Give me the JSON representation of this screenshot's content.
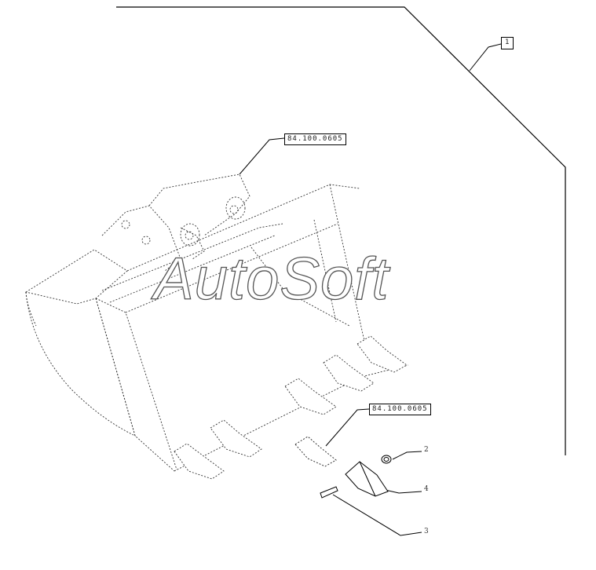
{
  "callouts": {
    "top_ref": "1",
    "bucket_ref": "84.100.0605",
    "tooth_ref": "84.100.0605",
    "part_2": "2",
    "part_3": "3",
    "part_4": "4"
  },
  "watermark": "AutoSoft",
  "colors": {
    "line": "#000000",
    "dash": "#333333",
    "watermark_outline": "#555555"
  }
}
